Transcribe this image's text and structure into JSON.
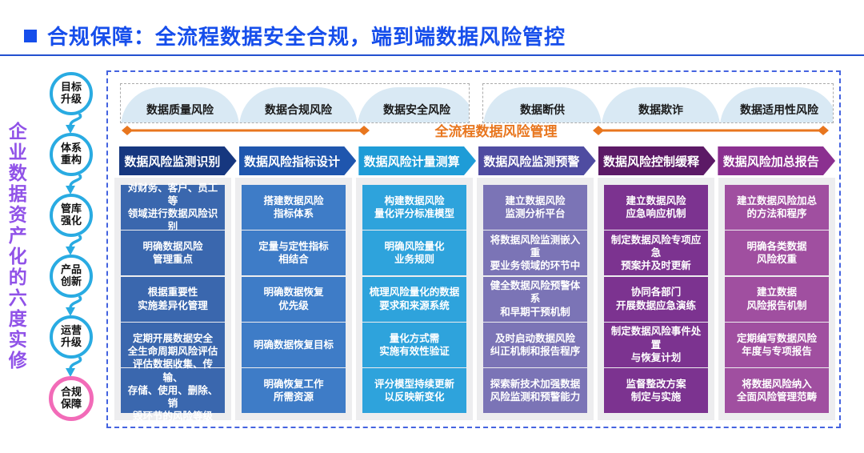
{
  "title": {
    "bullet": "■",
    "text": "合规保障：全流程数据安全合规，端到端数据风险管控",
    "color": "#164EEB"
  },
  "left_panel": {
    "vertical_label": "企业数据资产化的六度实修",
    "label_color": "#9052E8"
  },
  "steps": [
    {
      "lines": [
        "目标",
        "升级"
      ]
    },
    {
      "lines": [
        "体系",
        "重构"
      ]
    },
    {
      "lines": [
        "管库",
        "强化"
      ]
    },
    {
      "lines": [
        "产品",
        "创新"
      ]
    },
    {
      "lines": [
        "运营",
        "升级"
      ]
    },
    {
      "lines": [
        "合规",
        "保障"
      ],
      "highlight": true
    }
  ],
  "step_colors": {
    "border": "#29ABE2",
    "highlight_border": "#F26BB8"
  },
  "risk_types": {
    "left": [
      "数据质量风险",
      "数据合规风险",
      "数据安全风险"
    ],
    "right": [
      "数据断供",
      "数据欺诈",
      "数据适用性风险"
    ]
  },
  "process_banner": {
    "label": "全流程数据风险管理",
    "color": "#E8761E"
  },
  "columns": [
    {
      "header": "数据风险监测识别",
      "header_color": "#16377F",
      "item_color": "#3A67AE",
      "items": [
        "对财务、客户、员工等\n领域进行数据风险识别",
        "明确数据风险\n管理重点",
        "根据重要性\n实施差异化管理",
        "定期开展数据安全\n全生命周期风险评估",
        "评估数据收集、传输、\n存储、使用、删除、销\n毁环节的风险等级"
      ]
    },
    {
      "header": "数据风险指标设计",
      "header_color": "#1F56AE",
      "item_color": "#3E7CC7",
      "items": [
        "搭建数据风险\n指标体系",
        "定量与定性指标\n相结合",
        "明确数据恢复\n优先级",
        "明确数据恢复目标",
        "明确恢复工作\n所需资源"
      ]
    },
    {
      "header": "数据风险计量测算",
      "header_color": "#1E9CD7",
      "item_color": "#2EA3DC",
      "items": [
        "构建数据风险\n量化评分标准模型",
        "明确风险量化\n业务规则",
        "梳理风险量化的数据\n要求和来源系统",
        "量化方式需\n实施有效性验证",
        "评分模型持续更新\n以反映新变化"
      ]
    },
    {
      "header": "数据风险监测预警",
      "header_color": "#4F4CA1",
      "item_color": "#7B74B6",
      "items": [
        "建立数据风险\n监测分析平台",
        "将数据风险监测嵌入重\n要业务领域的环节中",
        "健全数据风险预警体系\n和早期干预机制",
        "及时启动数据风险\n纠正机制和报告程序",
        "探索新技术加强数据\n风险监测和预警能力"
      ]
    },
    {
      "header": "数据风险控制缓释",
      "header_color": "#5C1A66",
      "item_color": "#7C3390",
      "items": [
        "建立数据风险\n应急响应机制",
        "制定数据风险专项应急\n预案并及时更新",
        "协同各部门\n开展数据应急演练",
        "制定数据风险事件处置\n与恢复计划",
        "监督整改方案\n制定与实施"
      ]
    },
    {
      "header": "数据风险加总报告",
      "header_color": "#8B3090",
      "item_color": "#A04FA0",
      "items": [
        "建立数据风险加总\n的方法和程序",
        "明确各类数据\n风险权重",
        "建立数据\n风险报告机制",
        "定期编写数据风险\n年度与专项报告",
        "将数据风险纳入\n全面风险管理范畴"
      ]
    }
  ]
}
